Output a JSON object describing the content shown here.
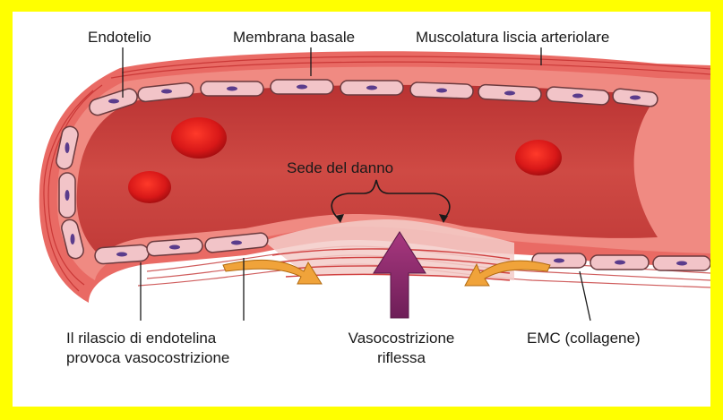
{
  "labels": {
    "endothelium": "Endotelio",
    "basement_membrane": "Membrana basale",
    "smooth_muscle": "Muscolatura liscia arteriolare",
    "injury_site": "Sede del danno",
    "endothelin_line1": "Il rilascio di endotelina",
    "endothelin_line2": "provoca vasocostrizione",
    "vasoconstriction_line1": "Vasocostrizione",
    "vasoconstriction_line2": "riflessa",
    "ecm": "EMC (collagene)"
  },
  "colors": {
    "frame": "#ffff00",
    "vessel_wall": "#e96a64",
    "lumen": "#c73a3a",
    "endothelial_cell": "#f2c4c8",
    "nucleus": "#5a3c8c",
    "red_blood_cell": "#d81818",
    "endothelin_arrow": "#f0a33a",
    "vasoconstriction_arrow": "#8b2c6e"
  }
}
